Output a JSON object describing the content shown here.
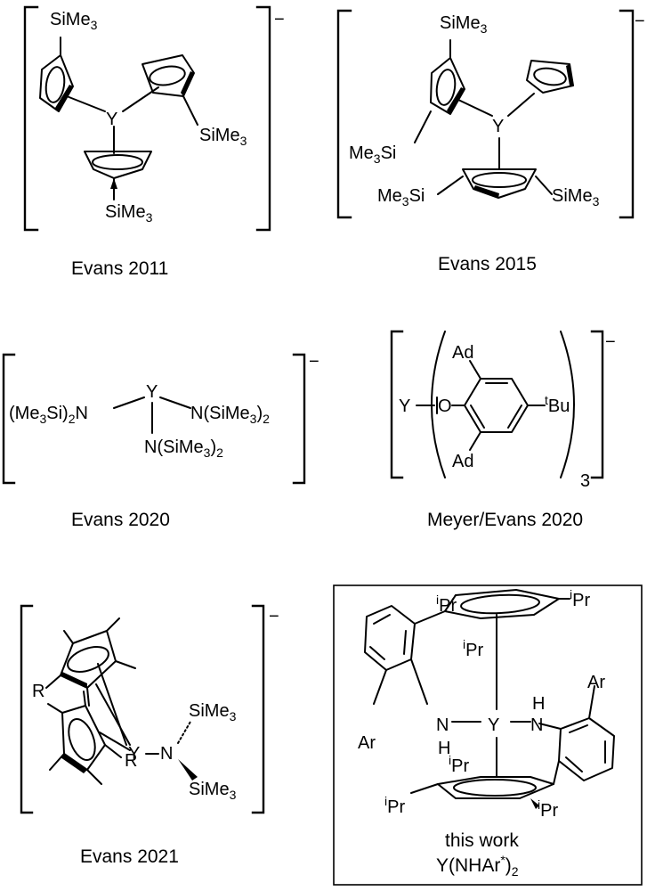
{
  "structures": [
    {
      "caption": "Evans 2011",
      "charge": "−",
      "labels": {
        "si_top": "SiMe",
        "si_top_sub": "3",
        "y": "Y",
        "si_right": "SiMe",
        "si_right_sub": "3",
        "si_bottom": "SiMe",
        "si_bottom_sub": "3"
      }
    },
    {
      "caption": "Evans 2015",
      "charge": "−",
      "labels": {
        "si_top": "SiMe",
        "si_top_sub": "3",
        "y": "Y",
        "si_left1": "Me",
        "si_left1_sub": "3",
        "si_left1_tail": "Si",
        "si_left2": "Me",
        "si_left2_sub": "3",
        "si_left2_tail": "Si",
        "si_right": "SiMe",
        "si_right_sub": "3"
      }
    },
    {
      "caption": "Evans 2020",
      "charge": "−",
      "labels": {
        "y": "Y",
        "left_a": "(Me",
        "left_sub1": "3",
        "left_b": "Si)",
        "left_sub2": "2",
        "left_c": "N",
        "right_a": "N(SiMe",
        "right_sub1": "3",
        "right_b": ")",
        "right_sub2": "2",
        "bottom_a": "N(SiMe",
        "bottom_sub1": "3",
        "bottom_b": ")",
        "bottom_sub2": "2"
      }
    },
    {
      "caption": "Meyer/Evans 2020",
      "charge": "−",
      "labels": {
        "y": "Y",
        "o": "O",
        "ad_top": "Ad",
        "ad_bottom": "Ad",
        "tbu_sup": "t",
        "tbu": "Bu",
        "mult": "3"
      }
    },
    {
      "caption": "Evans 2021",
      "charge": "−",
      "labels": {
        "y": "Y",
        "n": "N",
        "r1": "R",
        "r2": "R",
        "si_top": "SiMe",
        "si_top_sub": "3",
        "si_bottom": "SiMe",
        "si_bottom_sub": "3"
      }
    },
    {
      "caption_line1": "this work",
      "caption_line2_a": "Y(NHAr",
      "caption_line2_sup": "*",
      "caption_line2_b": ")",
      "caption_line2_sub": "2",
      "labels": {
        "y": "Y",
        "n_left": "N",
        "h_left": "H",
        "n_right": "N",
        "h_right": "H",
        "ar_left": "Ar",
        "ar_right": "Ar",
        "ipr_sup": "i",
        "ipr": "Pr"
      }
    }
  ]
}
